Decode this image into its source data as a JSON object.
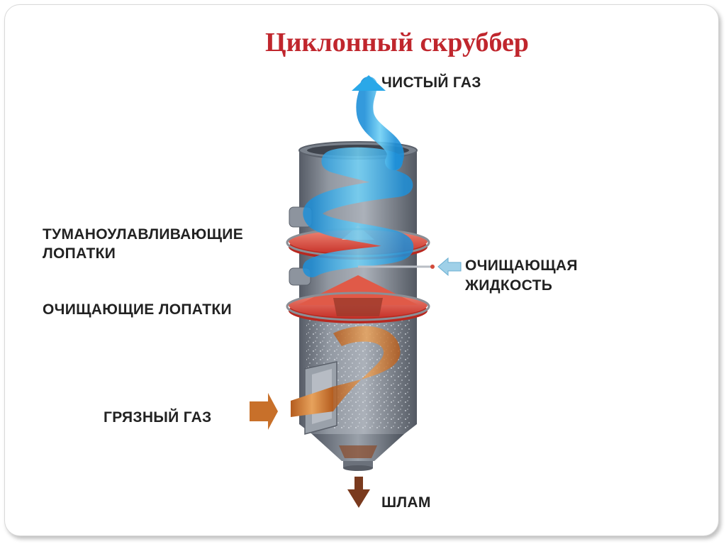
{
  "title": "Циклонный скруббер",
  "labels": {
    "clean_gas": "ЧИСТЫЙ ГАЗ",
    "mist_blades_line1": "ТУМАНОУЛАВЛИВАЮЩИЕ",
    "mist_blades_line2": "ЛОПАТКИ",
    "cleaning_liquid_line1": "ОЧИЩАЮЩАЯ",
    "cleaning_liquid_line2": "ЖИДКОСТЬ",
    "cleaning_blades": "ОЧИЩАЮЩИЕ ЛОПАТКИ",
    "dirty_gas": "ГРЯЗНЫЙ ГАЗ",
    "sludge": "ШЛАМ"
  },
  "colors": {
    "title": "#c0262d",
    "clean_gas_flow": "#2aa8e8",
    "dirty_gas_flow": "#c8702a",
    "liquid_arrow": "#9fd0e8",
    "sludge_arrow": "#7a3a1e",
    "blades": "#d9473b",
    "vessel": "#6e7480"
  }
}
